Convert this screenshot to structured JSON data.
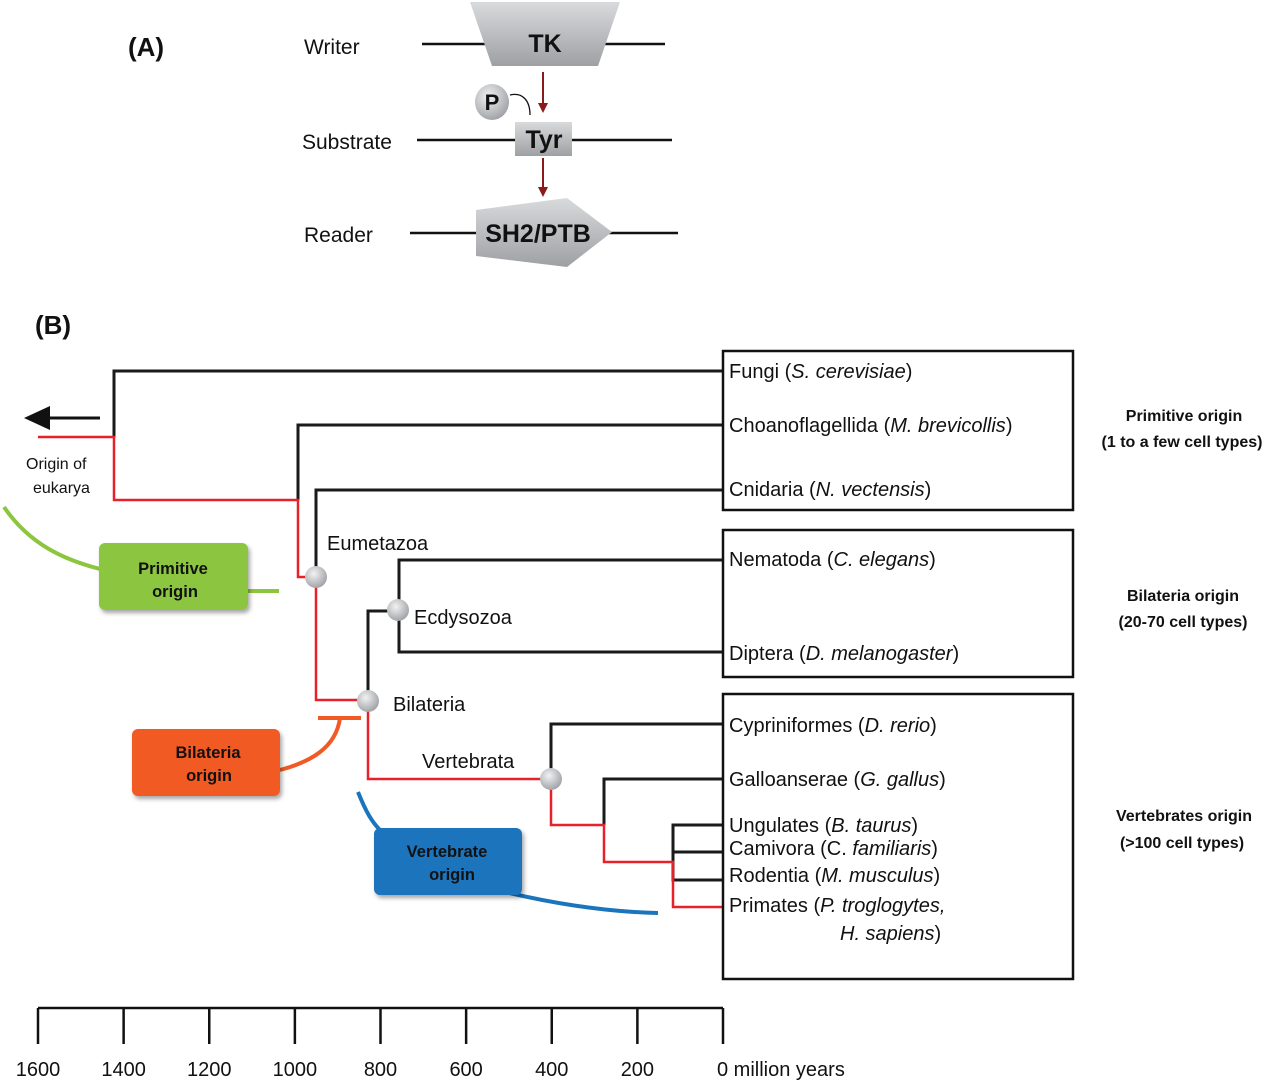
{
  "panel_a": {
    "label": "(A)",
    "rows": [
      {
        "role": "Writer",
        "shape_text": "TK",
        "shape": "pentagon-down"
      },
      {
        "role": "Substrate",
        "shape_text": "Tyr",
        "shape": "rectangle"
      },
      {
        "role": "Reader",
        "shape_text": "SH2/PTB",
        "shape": "pentagon-right"
      }
    ],
    "phospho_label": "P",
    "arrow_color": "#8b1a1a"
  },
  "panel_b": {
    "label": "(B)",
    "root_label": [
      "Origin of",
      "eukarya"
    ],
    "clades": {
      "eumetazoa": "Eumetazoa",
      "ecdysozoa": "Ecdysozoa",
      "bilateria": "Bilateria",
      "vertebrata": "Vertebrata"
    },
    "taxa": [
      {
        "group": "Fungi",
        "species": "S. cerevisiae"
      },
      {
        "group": "Choanoflagellida",
        "species": "M. brevicollis"
      },
      {
        "group": "Cnidaria",
        "species": "N. vectensis"
      },
      {
        "group": "Nematoda",
        "species": "C. elegans"
      },
      {
        "group": "Diptera",
        "species": "D. melanogaster"
      },
      {
        "group": "Cypriniformes",
        "species": "D. rerio"
      },
      {
        "group": "Galloanserae",
        "species": "G. gallus"
      },
      {
        "group": "Ungulates",
        "species": "B. taurus"
      },
      {
        "group": "Camivora",
        "species_plain": "C.",
        "species": "familiaris"
      },
      {
        "group": "Rodentia",
        "species": "M. musculus"
      },
      {
        "group": "Primates",
        "species": "P. troglogytes,",
        "species_line2": "H. sapiens"
      }
    ],
    "side_notes": [
      {
        "title": "Primitive origin",
        "detail": "(1 to a few cell types)"
      },
      {
        "title": "Bilateria origin",
        "detail": "(20-70 cell types)"
      },
      {
        "title": "Vertebrates origin",
        "detail": "(>100 cell types)"
      }
    ],
    "tags": [
      {
        "line1": "Primitive",
        "line2": "origin",
        "color": "#8cc63f"
      },
      {
        "line1": "Bilateria",
        "line2": "origin",
        "color": "#f15a24"
      },
      {
        "line1": "Vertebrate",
        "line2": "origin",
        "color": "#1b75bc"
      }
    ],
    "highlight_color": "#e8202a",
    "timescale": {
      "ticks": [
        "1600",
        "1400",
        "1200",
        "1000",
        "800",
        "600",
        "400",
        "200",
        "0"
      ],
      "unit": "million years"
    }
  }
}
